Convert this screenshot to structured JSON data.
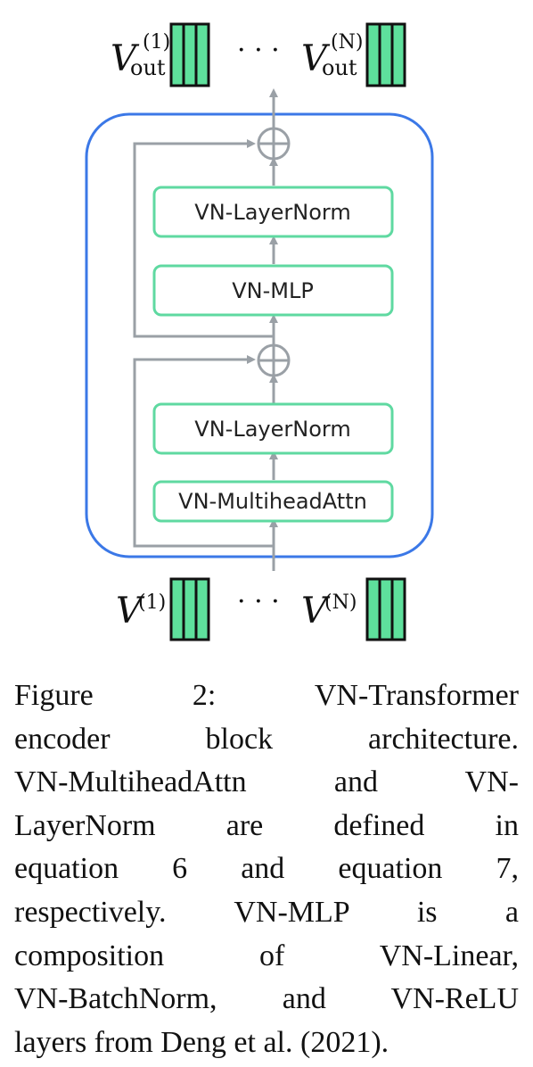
{
  "diagram": {
    "outputs": {
      "first": {
        "base": "V",
        "sub": "out",
        "sup": "(1)"
      },
      "ellipsis": "· · ·",
      "last": {
        "base": "V",
        "sub": "out",
        "sup": "(N)"
      }
    },
    "inputs": {
      "first": {
        "base": "V",
        "sup": "(1)"
      },
      "ellipsis": "· · ·",
      "last": {
        "base": "V",
        "sup": "(N)"
      }
    },
    "blocks": {
      "layernorm_top": "VN-LayerNorm",
      "mlp": "VN-MLP",
      "layernorm_bottom": "VN-LayerNorm",
      "attn": "VN-MultiheadAttn"
    },
    "colors": {
      "encoder_border": "#3b78e7",
      "block_border": "#5fd9a1",
      "token_fill": "#5ee09c",
      "arrow": "#9aa0a6"
    }
  },
  "caption": {
    "lines": [
      "Figure 2: VN-Transformer",
      "encoder block architecture.",
      "VN-MultiheadAttn and VN-",
      "LayerNorm are defined in",
      "equation 6 and equation 7,",
      "respectively. VN-MLP is a",
      "composition of VN-Linear,",
      "VN-BatchNorm, and VN-ReLU",
      "layers from Deng et al. (2021)."
    ]
  }
}
